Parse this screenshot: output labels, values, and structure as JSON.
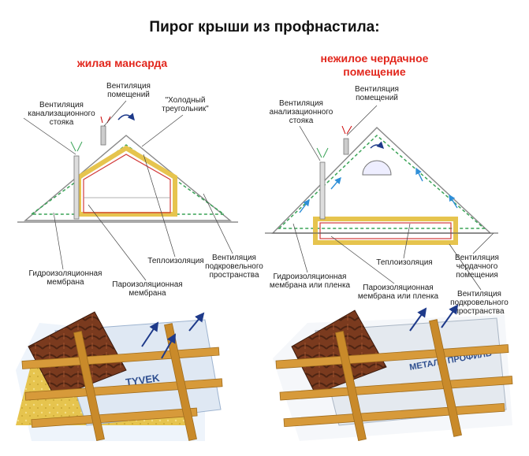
{
  "title": "Пирог крыши из профнастила:",
  "left": {
    "subtitle": "жилая мансарда",
    "labels": {
      "vent_rooms": "Вентиляция помещений",
      "cold_triangle": "\"Холодный треугольник\"",
      "vent_sewer": "Вентиляция канализационного стояка",
      "insulation": "Теплоизоляция",
      "vent_underroof": "Вентиляция подкровельного пространства",
      "waterproof": "Гидроизоляционная мембрана",
      "vapor": "Пароизоляционная мембрана"
    },
    "membrane_brand": "TYVEK"
  },
  "right": {
    "subtitle": "нежилое чердачное помещение",
    "labels": {
      "vent_rooms": "Вентиляция помещений",
      "vent_sewer": "Вентиляция анализационного стояка",
      "insulation": "Теплоизоляция",
      "vent_attic": "Вентиляция чердачного помещения",
      "waterproof": "Гидроизоляционная мембрана или пленка",
      "vapor": "Пароизоляционная мембрана или пленка",
      "vent_underroof": "Вентиляция подкровельного пространства"
    },
    "membrane_brand": "МЕТАЛЛ ПРОФИЛЬ"
  },
  "colors": {
    "subtitle": "#e2261c",
    "airflow": "#2f8fd8",
    "insulation": "#e6c44e",
    "vapor": "#d23b3b",
    "membrane": "#3aa357",
    "wood": "#d79a3a",
    "tile": "#7a3a1e"
  }
}
